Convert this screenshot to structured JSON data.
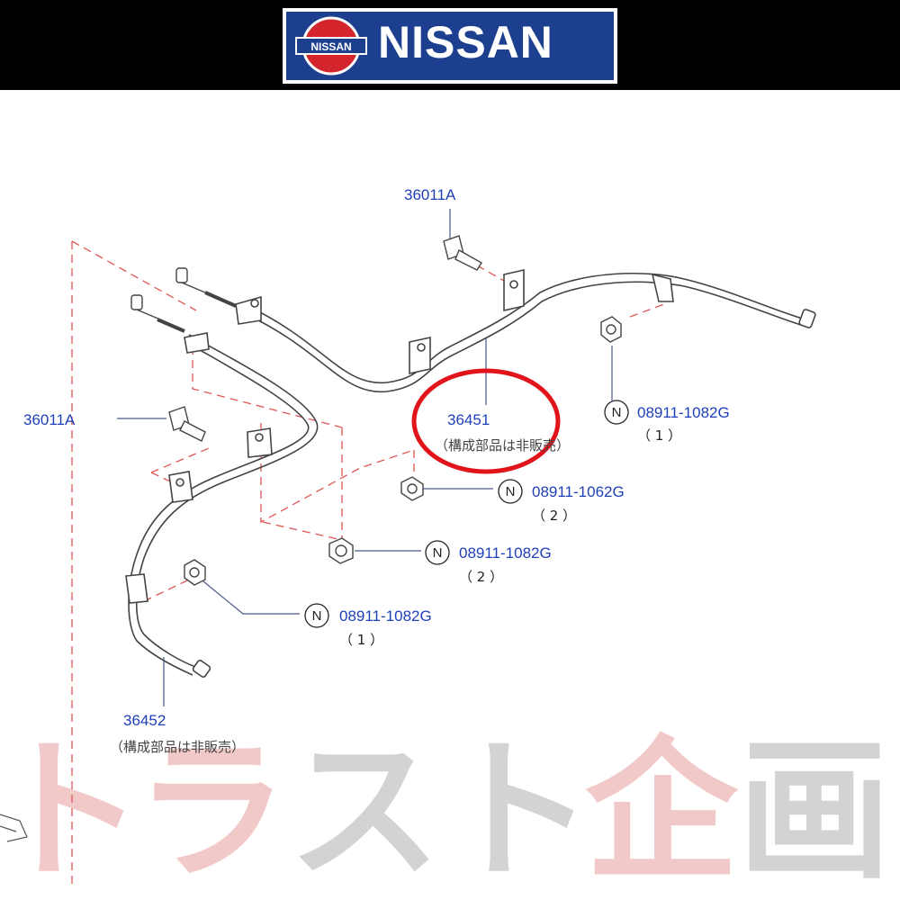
{
  "brand": {
    "name": "NISSAN",
    "badge_text": "NISSAN",
    "badge_color": "#d3252b",
    "panel_color": "#1d3f8f"
  },
  "watermark": {
    "text": "トラスト企画",
    "chars": [
      "ト",
      "ラ",
      "ス",
      "ト",
      "企",
      "画"
    ],
    "colors": [
      "#f2c9c9",
      "#f2c9c9",
      "#d3d3d3",
      "#d3d3d3",
      "#f2c9c9",
      "#d3d3d3"
    ]
  },
  "diagram": {
    "highlight_color": "#e0141a",
    "label_color": "#1f3fb8",
    "parts": [
      {
        "id": "part-36011a-top",
        "number": "36011A"
      },
      {
        "id": "part-36011a-left",
        "number": "36011A"
      },
      {
        "id": "part-36451",
        "number": "36451",
        "note": "（構成部品は非販売）",
        "highlighted": true
      },
      {
        "id": "part-36452",
        "number": "36452",
        "note": "（構成部品は非販売）"
      },
      {
        "id": "part-08911-1082g-right",
        "number": "08911-1082G",
        "prefix": "N",
        "qty": "（ 1 ）"
      },
      {
        "id": "part-08911-1062g",
        "number": "08911-1062G",
        "prefix": "N",
        "qty": "（ 2 ）"
      },
      {
        "id": "part-08911-1082g-mid",
        "number": "08911-1082G",
        "prefix": "N",
        "qty": "（ 2 ）"
      },
      {
        "id": "part-08911-1082g-bottom",
        "number": "08911-1082G",
        "prefix": "N",
        "qty": "（ 1 ）"
      }
    ]
  }
}
